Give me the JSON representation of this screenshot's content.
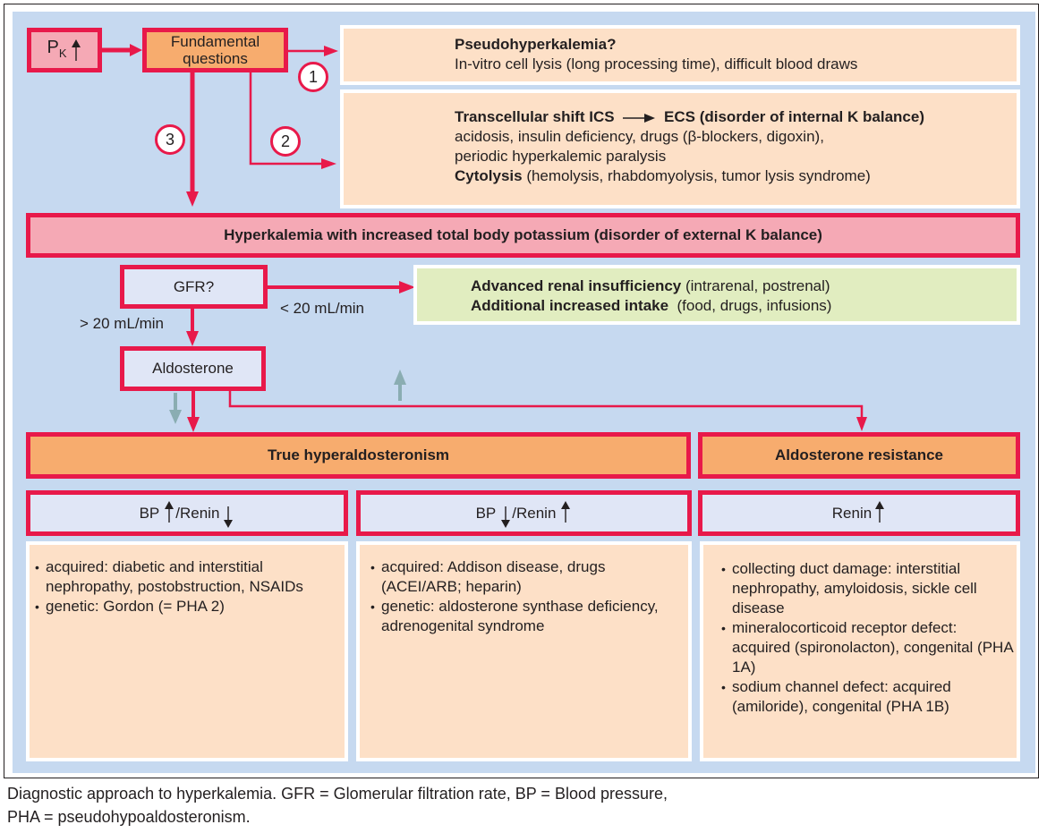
{
  "colors": {
    "accent_red": "#e8194a",
    "panel_blue": "#c6d9f0",
    "pink_fill": "#f5a9b5",
    "orange_fill": "#f7ac6e",
    "lavender_fill": "#e0e6f6",
    "peach_fill": "#fde0c7",
    "green_fill": "#e1edc0",
    "gray_arrow": "#8aadb2"
  },
  "start": {
    "label": "P",
    "subscript": "K",
    "symbol": "up-arrow"
  },
  "fundamental": {
    "line1": "Fundamental",
    "line2": "questions"
  },
  "steps": {
    "one": "1",
    "two": "2",
    "three": "3"
  },
  "pseudo": {
    "title": "Pseudohyperkalemia?",
    "text": "In-vitro cell lysis (long processing time), difficult blood draws"
  },
  "shift": {
    "title_a": "Transcellular shift ICS",
    "title_b": "ECS (disorder of internal K balance)",
    "line2": "acidosis, insulin deficiency, drugs (β-blockers, digoxin),",
    "line3": "periodic hyperkalemic paralysis",
    "cyto_bold": "Cytolysis",
    "cyto_rest": " (hemolysis, rhabdomyolysis, tumor lysis syndrome)"
  },
  "external": {
    "title": "Hyperkalemia with increased total body potassium (disorder of external K balance)"
  },
  "gfr": {
    "label": "GFR?",
    "high": "> 20 mL/min",
    "low": "< 20 mL/min"
  },
  "renal": {
    "line1_bold": "Advanced renal insufficiency",
    "line1_rest": " (intrarenal, postrenal)",
    "line2_bold": "Additional increased intake",
    "line2_rest": "  (food, drugs, infusions)"
  },
  "aldosterone": {
    "label": "Aldosterone"
  },
  "true_hyper": {
    "title": "True hyperaldosteronism"
  },
  "resistance": {
    "title": "Aldosterone resistance"
  },
  "columns": [
    {
      "header_a": "BP",
      "header_b": "/Renin",
      "items": [
        "acquired: diabetic and interstitial nephropathy, postobstruction, NSAIDs",
        "genetic: Gordon  (= PHA 2)"
      ]
    },
    {
      "header_a": "BP",
      "header_b": "/Renin",
      "items": [
        "acquired: Addison disease, drugs (ACEI/ARB; heparin)",
        "genetic: aldosterone synthase deficiency, adrenogenital syndrome"
      ]
    },
    {
      "header_a": "Renin",
      "items": [
        "collecting duct damage: interstitial nephropathy, amyloidosis, sickle cell disease",
        "mineralocorticoid receptor defect: acquired (spironolacton), congenital (PHA 1A)",
        "sodium channel defect: acquired (amiloride), congenital (PHA 1B)"
      ]
    }
  ],
  "caption": {
    "line1": "Diagnostic approach to hyperkalemia. GFR = Glomerular filtration rate, BP = Blood pressure,",
    "line2": "PHA = pseudohypoaldosteronism."
  }
}
